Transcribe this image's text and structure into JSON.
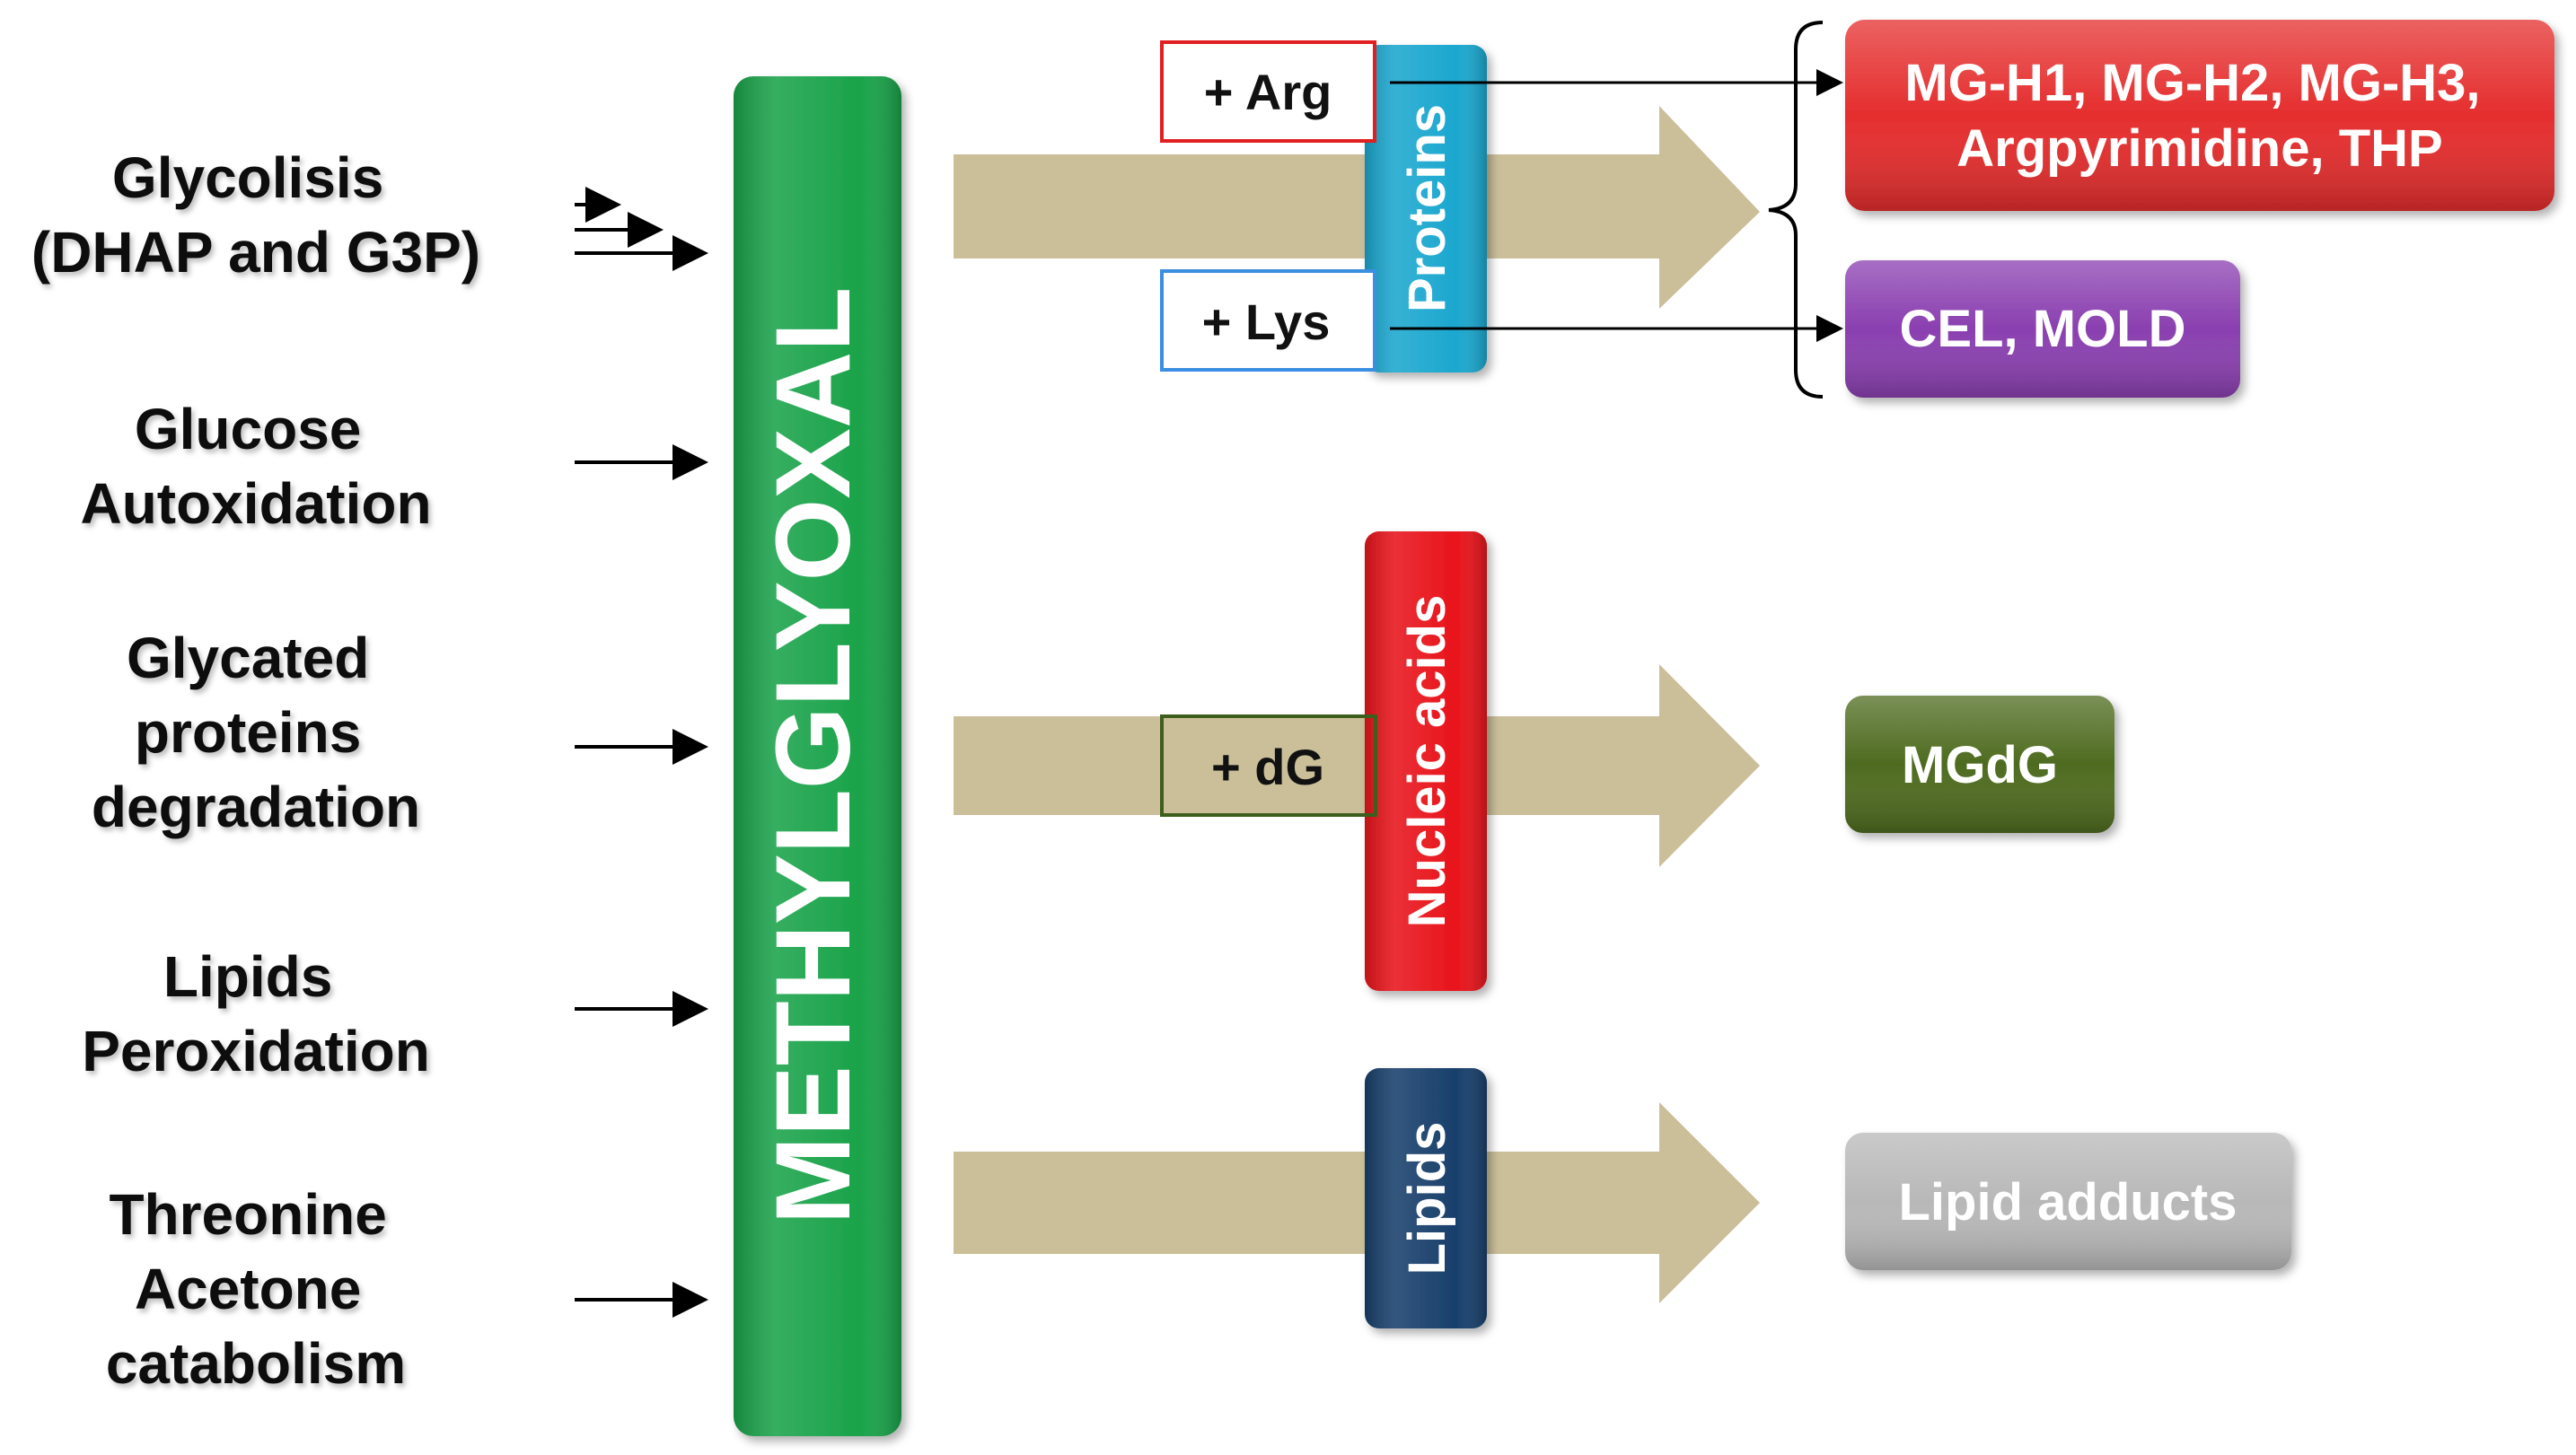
{
  "sources": [
    {
      "lines": [
        "Glycolisis",
        "(DHAP and G3P)"
      ]
    },
    {
      "lines": [
        "Glucose",
        "Autoxidation"
      ]
    },
    {
      "lines": [
        "Glycated",
        "proteins",
        "degradation"
      ]
    },
    {
      "lines": [
        "Lipids",
        "Peroxidation"
      ]
    },
    {
      "lines": [
        "Threonine",
        "Acetone",
        "catabolism"
      ]
    }
  ],
  "central": {
    "label": "METHYLGLYOXAL",
    "color": "#1aa34a"
  },
  "targets": {
    "proteins": {
      "label": "Proteins",
      "color": "#1ba7cf"
    },
    "nucleic_acids": {
      "label": "Nucleic acids",
      "color": "#e8141b"
    },
    "lipids": {
      "label": "Lipids",
      "color": "#183f6b"
    }
  },
  "reagents": {
    "arg": {
      "label": "+ Arg",
      "color": "#e02020"
    },
    "lys": {
      "label": "+ Lys",
      "color": "#3b8fe0"
    },
    "dg": {
      "label": "+ dG",
      "color": "#3d5e1c"
    }
  },
  "products": {
    "arg_products": {
      "lines": [
        "MG-H1, MG-H2, MG-H3,",
        "Argpyrimidine, THP"
      ],
      "color": "#e52d2d"
    },
    "lys_products": {
      "label": "CEL, MOLD",
      "color": "#8a3fb0"
    },
    "dg_products": {
      "label": "MGdG",
      "color": "#4e6b1f"
    },
    "lipid_products": {
      "label": "Lipid adducts",
      "color": "#b8b8b8"
    }
  },
  "flow_arrow_color": "#cbbf9a"
}
